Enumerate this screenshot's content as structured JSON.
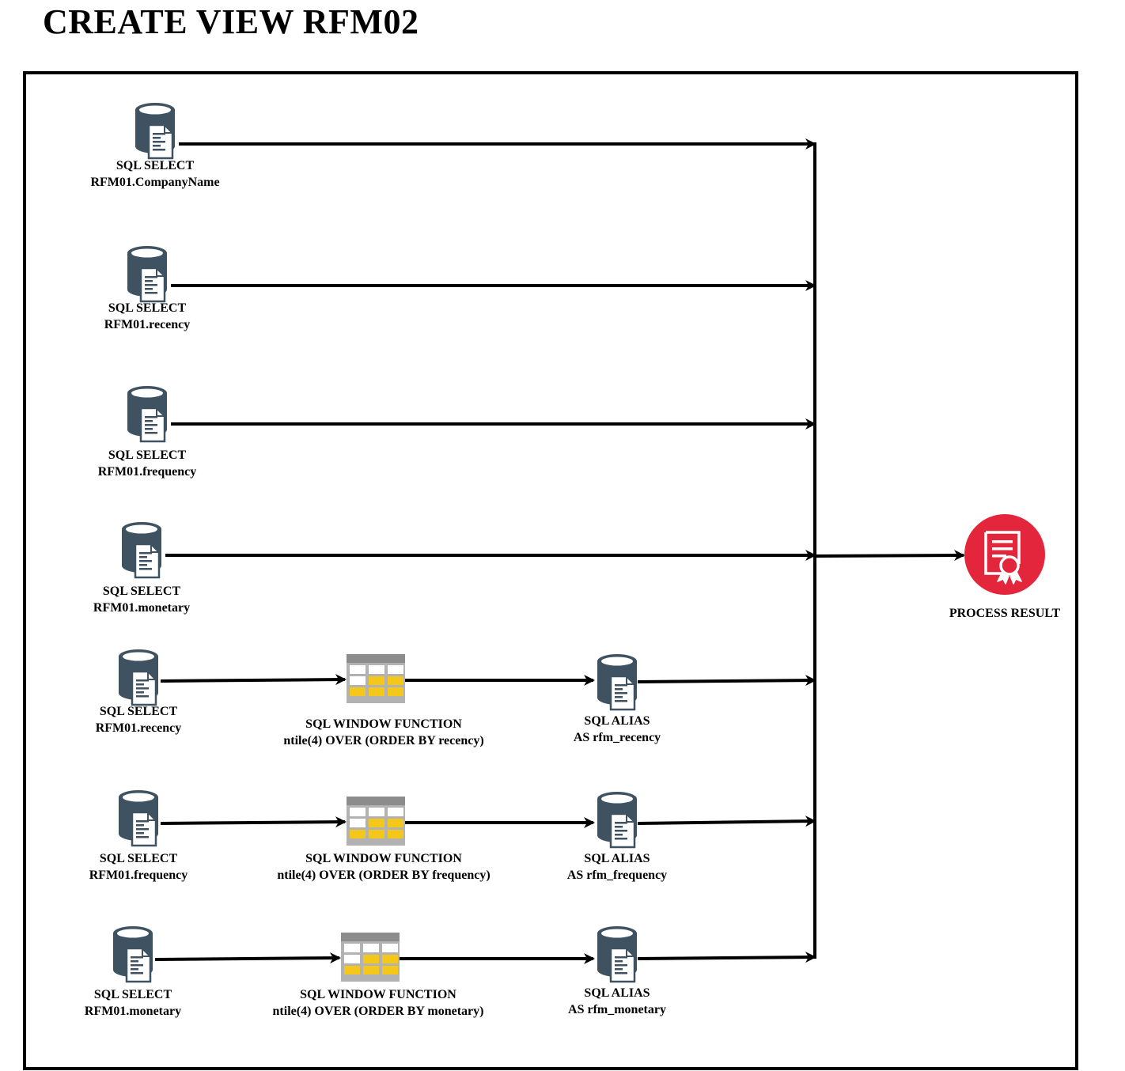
{
  "title": "CREATE VIEW RFM02",
  "icons": {
    "database": "database-document-icon",
    "table": "table-grid-icon",
    "result": "certificate-icon"
  },
  "colors": {
    "cylinder": "#3f5261",
    "table_header": "#8c8c8c",
    "table_body": "#b2b2b2",
    "table_highlight": "#f4c81a",
    "result": "#e3263b",
    "line": "#000000"
  },
  "select_nodes": [
    {
      "line1": "SQL SELECT",
      "line2": "RFM01.CompanyName"
    },
    {
      "line1": "SQL SELECT",
      "line2": "RFM01.recency"
    },
    {
      "line1": "SQL SELECT",
      "line2": "RFM01.frequency"
    },
    {
      "line1": "SQL SELECT",
      "line2": "RFM01.monetary"
    },
    {
      "line1": "SQL SELECT",
      "line2": "RFM01.recency"
    },
    {
      "line1": "SQL SELECT",
      "line2": "RFM01.frequency"
    },
    {
      "line1": "SQL SELECT",
      "line2": "RFM01.monetary"
    }
  ],
  "window_nodes": [
    {
      "line1": "SQL WINDOW FUNCTION",
      "line2": "ntile(4) OVER (ORDER BY recency)"
    },
    {
      "line1": "SQL WINDOW FUNCTION",
      "line2": "ntile(4) OVER (ORDER BY frequency)"
    },
    {
      "line1": "SQL WINDOW FUNCTION",
      "line2": "ntile(4) OVER (ORDER BY monetary)"
    }
  ],
  "alias_nodes": [
    {
      "line1": "SQL ALIAS",
      "line2": "AS rfm_recency"
    },
    {
      "line1": "SQL ALIAS",
      "line2": "AS rfm_frequency"
    },
    {
      "line1": "SQL ALIAS",
      "line2": "AS rfm_monetary"
    }
  ],
  "result": {
    "label": "PROCESS RESULT"
  }
}
